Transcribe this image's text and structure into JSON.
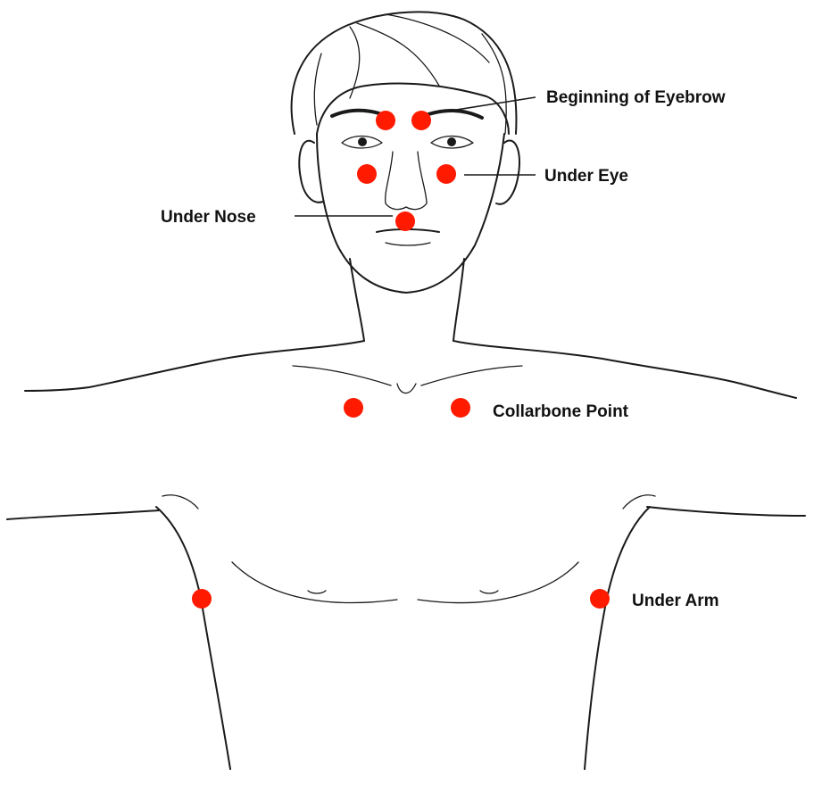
{
  "diagram": {
    "accent_color": "#ff1a00",
    "labels": {
      "eyebrow": "Beginning of Eyebrow",
      "under_eye": "Under Eye",
      "under_nose": "Under Nose",
      "collarbone": "Collarbone Point",
      "under_arm": "Under Arm"
    }
  }
}
